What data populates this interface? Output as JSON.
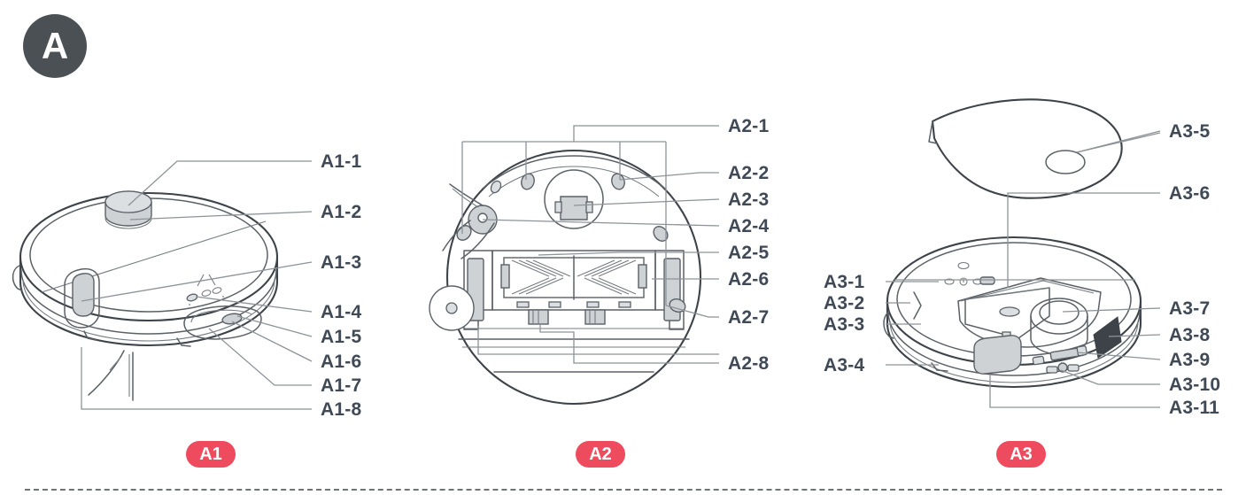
{
  "section": {
    "badge": "A"
  },
  "views": [
    {
      "id": "A1",
      "caption": "A1",
      "labels": [
        {
          "key": "A1-1",
          "text": "A1-1"
        },
        {
          "key": "A1-2",
          "text": "A1-2"
        },
        {
          "key": "A1-3",
          "text": "A1-3"
        },
        {
          "key": "A1-4",
          "text": "A1-4"
        },
        {
          "key": "A1-5",
          "text": "A1-5"
        },
        {
          "key": "A1-6",
          "text": "A1-6"
        },
        {
          "key": "A1-7",
          "text": "A1-7"
        },
        {
          "key": "A1-8",
          "text": "A1-8"
        }
      ]
    },
    {
      "id": "A2",
      "caption": "A2",
      "labels": [
        {
          "key": "A2-1",
          "text": "A2-1"
        },
        {
          "key": "A2-2",
          "text": "A2-2"
        },
        {
          "key": "A2-3",
          "text": "A2-3"
        },
        {
          "key": "A2-4",
          "text": "A2-4"
        },
        {
          "key": "A2-5",
          "text": "A2-5"
        },
        {
          "key": "A2-6",
          "text": "A2-6"
        },
        {
          "key": "A2-7",
          "text": "A2-7"
        },
        {
          "key": "A2-8",
          "text": "A2-8"
        }
      ]
    },
    {
      "id": "A3",
      "caption": "A3",
      "labels": [
        {
          "key": "A3-1",
          "text": "A3-1"
        },
        {
          "key": "A3-2",
          "text": "A3-2"
        },
        {
          "key": "A3-3",
          "text": "A3-3"
        },
        {
          "key": "A3-4",
          "text": "A3-4"
        },
        {
          "key": "A3-5",
          "text": "A3-5"
        },
        {
          "key": "A3-6",
          "text": "A3-6"
        },
        {
          "key": "A3-7",
          "text": "A3-7"
        },
        {
          "key": "A3-8",
          "text": "A3-8"
        },
        {
          "key": "A3-9",
          "text": "A3-9"
        },
        {
          "key": "A3-10",
          "text": "A3-10"
        },
        {
          "key": "A3-11",
          "text": "A3-11"
        }
      ]
    }
  ],
  "colors": {
    "badge_bg": "#4b5055",
    "caption_bg": "#ef4b5e",
    "label_text": "#404a56",
    "line": "#8d9399",
    "outline": "#3d4349"
  }
}
